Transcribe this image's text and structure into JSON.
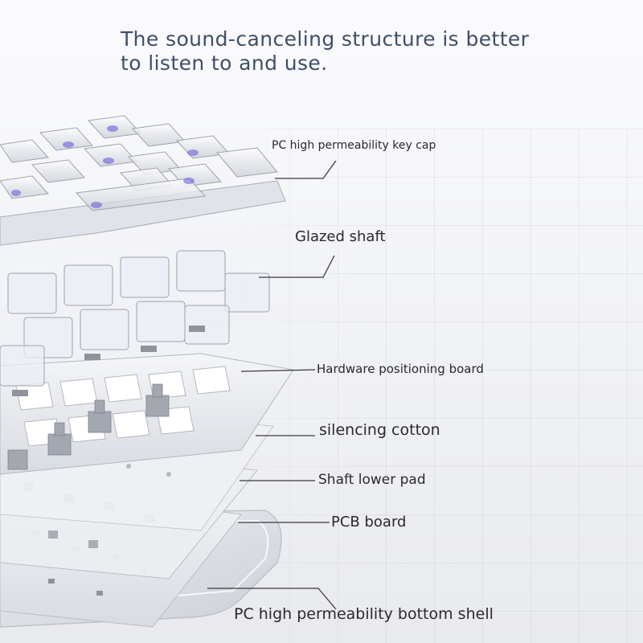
{
  "headline": {
    "line1": "The sound-canceling structure is better",
    "line2": "to listen to and use."
  },
  "layers": [
    {
      "id": "keycap",
      "label": "PC high permeability key cap"
    },
    {
      "id": "shaft",
      "label": "Glazed shaft"
    },
    {
      "id": "positioning",
      "label": "Hardware positioning board"
    },
    {
      "id": "cotton",
      "label": "silencing cotton"
    },
    {
      "id": "pad",
      "label": "Shaft lower pad"
    },
    {
      "id": "pcb",
      "label": "PCB board"
    },
    {
      "id": "shell",
      "label": "PC high permeability bottom shell"
    }
  ],
  "colors": {
    "headline": "#3e4f6a",
    "label": "#2a2a2e",
    "leader": "#3a3a3e",
    "switch_accent": "#6c5fd6"
  }
}
